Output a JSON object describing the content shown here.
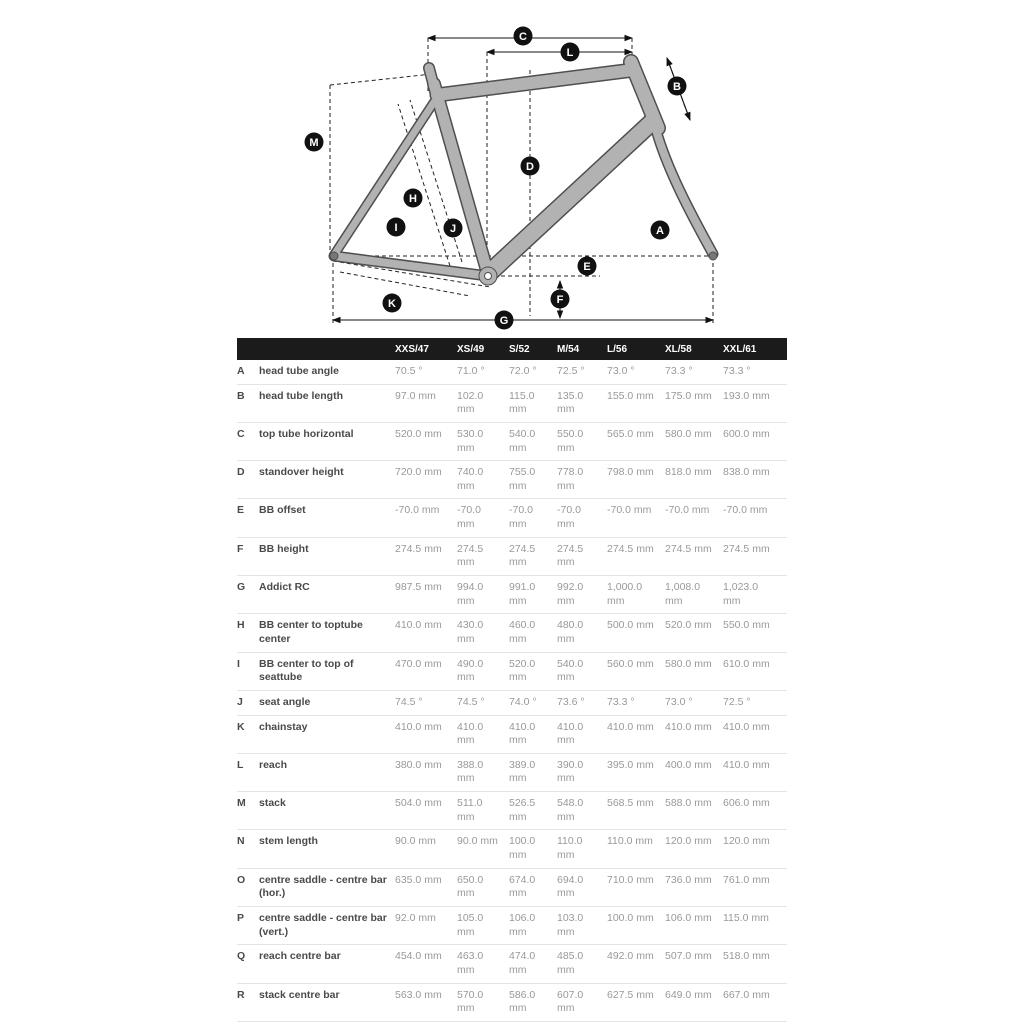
{
  "diagram": {
    "labels": [
      "C",
      "L",
      "B",
      "M",
      "D",
      "H",
      "I",
      "J",
      "A",
      "E",
      "F",
      "K",
      "G"
    ]
  },
  "table": {
    "sizes": [
      "XXS/47",
      "XS/49",
      "S/52",
      "M/54",
      "L/56",
      "XL/58",
      "XXL/61"
    ],
    "rows": [
      {
        "key": "A",
        "label": "head tube angle",
        "values": [
          "70.5 °",
          "71.0 °",
          "72.0 °",
          "72.5 °",
          "73.0 °",
          "73.3 °",
          "73.3 °"
        ]
      },
      {
        "key": "B",
        "label": "head tube length",
        "values": [
          "97.0 mm",
          "102.0 mm",
          "115.0 mm",
          "135.0 mm",
          "155.0 mm",
          "175.0 mm",
          "193.0 mm"
        ]
      },
      {
        "key": "C",
        "label": "top tube horizontal",
        "values": [
          "520.0 mm",
          "530.0 mm",
          "540.0 mm",
          "550.0 mm",
          "565.0 mm",
          "580.0 mm",
          "600.0 mm"
        ]
      },
      {
        "key": "D",
        "label": "standover height",
        "values": [
          "720.0 mm",
          "740.0 mm",
          "755.0 mm",
          "778.0 mm",
          "798.0 mm",
          "818.0 mm",
          "838.0 mm"
        ]
      },
      {
        "key": "E",
        "label": "BB offset",
        "values": [
          "-70.0 mm",
          "-70.0 mm",
          "-70.0 mm",
          "-70.0 mm",
          "-70.0 mm",
          "-70.0 mm",
          "-70.0 mm"
        ]
      },
      {
        "key": "F",
        "label": "BB height",
        "values": [
          "274.5 mm",
          "274.5 mm",
          "274.5 mm",
          "274.5 mm",
          "274.5 mm",
          "274.5 mm",
          "274.5 mm"
        ]
      },
      {
        "key": "G",
        "label": "Addict RC",
        "values": [
          "987.5 mm",
          "994.0 mm",
          "991.0 mm",
          "992.0 mm",
          "1,000.0 mm",
          "1,008.0 mm",
          "1,023.0 mm"
        ]
      },
      {
        "key": "H",
        "label": "BB center to toptube center",
        "values": [
          "410.0 mm",
          "430.0 mm",
          "460.0 mm",
          "480.0 mm",
          "500.0 mm",
          "520.0 mm",
          "550.0 mm"
        ]
      },
      {
        "key": "I",
        "label": "BB center to top of seattube",
        "values": [
          "470.0 mm",
          "490.0 mm",
          "520.0 mm",
          "540.0 mm",
          "560.0 mm",
          "580.0 mm",
          "610.0 mm"
        ]
      },
      {
        "key": "J",
        "label": "seat angle",
        "values": [
          "74.5 °",
          "74.5 °",
          "74.0 °",
          "73.6 °",
          "73.3 °",
          "73.0 °",
          "72.5 °"
        ]
      },
      {
        "key": "K",
        "label": "chainstay",
        "values": [
          "410.0 mm",
          "410.0 mm",
          "410.0 mm",
          "410.0 mm",
          "410.0 mm",
          "410.0 mm",
          "410.0 mm"
        ]
      },
      {
        "key": "L",
        "label": "reach",
        "values": [
          "380.0 mm",
          "388.0 mm",
          "389.0 mm",
          "390.0 mm",
          "395.0 mm",
          "400.0 mm",
          "410.0 mm"
        ]
      },
      {
        "key": "M",
        "label": "stack",
        "values": [
          "504.0 mm",
          "511.0 mm",
          "526.5 mm",
          "548.0 mm",
          "568.5 mm",
          "588.0 mm",
          "606.0 mm"
        ]
      },
      {
        "key": "N",
        "label": "stem length",
        "values": [
          "90.0 mm",
          "90.0 mm",
          "100.0 mm",
          "110.0 mm",
          "110.0 mm",
          "120.0 mm",
          "120.0 mm"
        ]
      },
      {
        "key": "O",
        "label": "centre saddle - centre bar (hor.)",
        "values": [
          "635.0 mm",
          "650.0 mm",
          "674.0 mm",
          "694.0 mm",
          "710.0 mm",
          "736.0 mm",
          "761.0 mm"
        ]
      },
      {
        "key": "P",
        "label": "centre saddle - centre bar (vert.)",
        "values": [
          "92.0 mm",
          "105.0 mm",
          "106.0 mm",
          "103.0 mm",
          "100.0 mm",
          "106.0 mm",
          "115.0 mm"
        ]
      },
      {
        "key": "Q",
        "label": "reach centre bar",
        "values": [
          "454.0 mm",
          "463.0 mm",
          "474.0 mm",
          "485.0 mm",
          "492.0 mm",
          "507.0 mm",
          "518.0 mm"
        ]
      },
      {
        "key": "R",
        "label": "stack centre bar",
        "values": [
          "563.0 mm",
          "570.0 mm",
          "586.0 mm",
          "607.0 mm",
          "627.5 mm",
          "649.0 mm",
          "667.0 mm"
        ]
      }
    ]
  }
}
